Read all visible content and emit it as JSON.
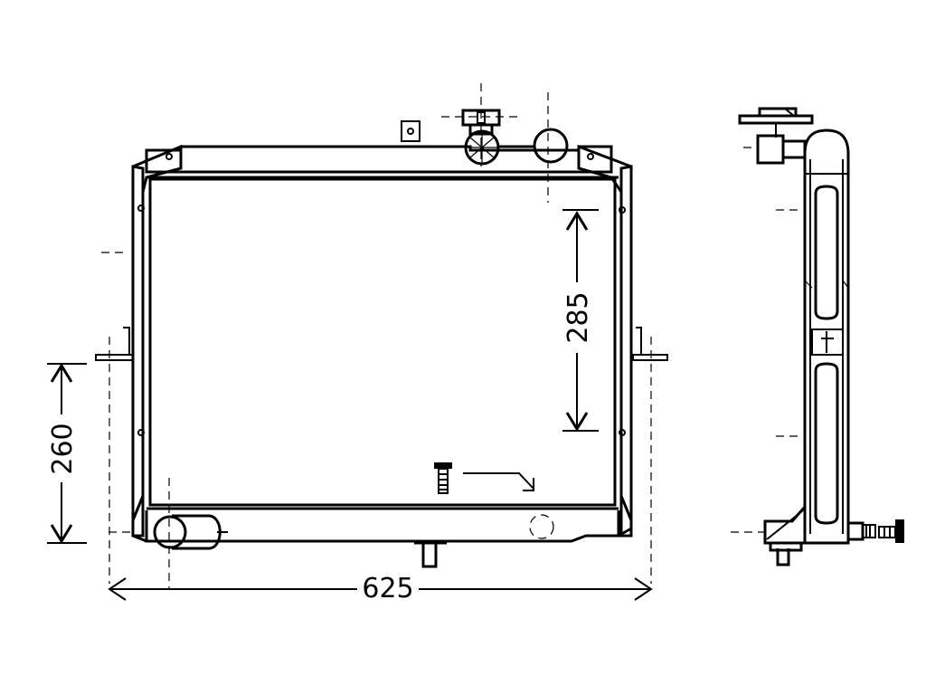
{
  "dimensions": {
    "width": "625",
    "height_left": "260",
    "height_right": "285"
  },
  "colors": {
    "line": "#000000",
    "background": "#ffffff"
  }
}
